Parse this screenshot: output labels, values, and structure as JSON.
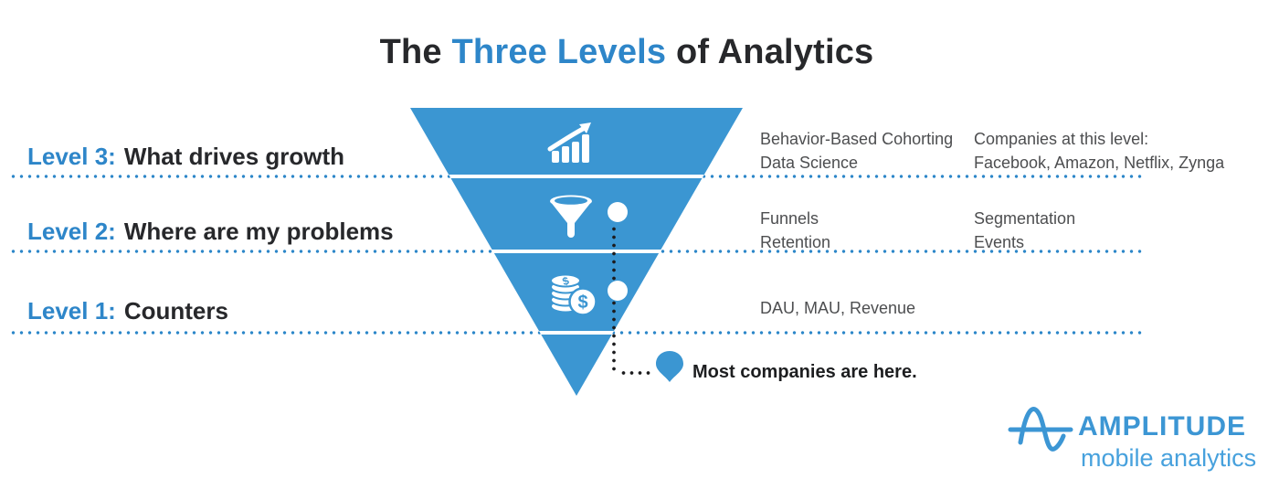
{
  "title": {
    "prefix": "The ",
    "highlight": "Three Levels",
    "suffix": " of Analytics"
  },
  "levels": [
    {
      "label": "Level 3:",
      "title": "What drives growth",
      "icon": "growth-chart-icon",
      "features": [
        "Behavior-Based Cohorting",
        "Data Science"
      ],
      "extra": [
        "Companies at this level:",
        "Facebook, Amazon, Netflix, Zynga"
      ]
    },
    {
      "label": "Level 2:",
      "title": "Where are my problems",
      "icon": "funnel-icon",
      "features": [
        "Funnels",
        "Retention"
      ],
      "extra": [
        "Segmentation",
        "Events"
      ]
    },
    {
      "label": "Level 1:",
      "title": "Counters",
      "icon": "coins-icon",
      "features": [
        "DAU, MAU, Revenue"
      ],
      "extra": []
    }
  ],
  "annotation": {
    "text": "Most companies are here.",
    "icon": "map-pin-icon"
  },
  "coins": {
    "symbol": "$"
  },
  "logo": {
    "wordmark": "AMPLITUDE",
    "tagline": "mobile analytics",
    "icon": "amplitude-sine-wave-icon"
  },
  "colors": {
    "accent_blue": "#2e86c9",
    "funnel_blue": "#3b96d2",
    "dotted_line_blue": "#2d87c9",
    "dark_text": "#27282b",
    "body_gray": "#4d4e50",
    "connector_black": "#1c1c1e",
    "logo_blue": "#3c96d4",
    "logo_light_blue": "#47a1dd",
    "background": "#ffffff"
  }
}
